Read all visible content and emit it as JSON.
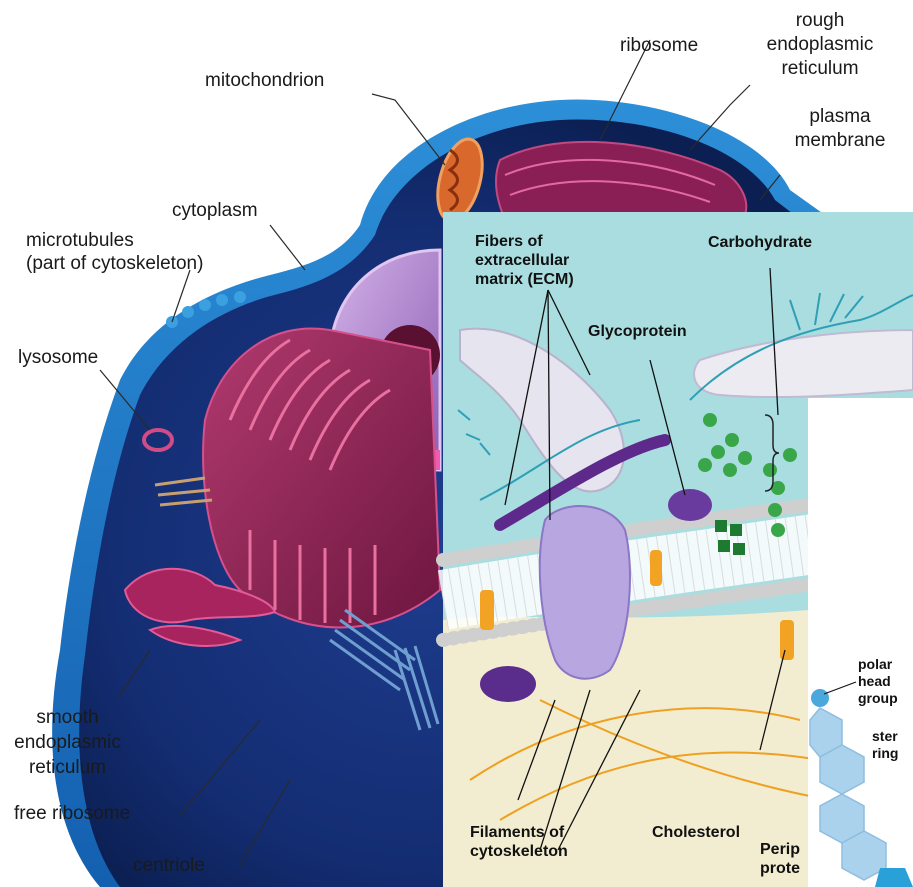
{
  "cell_diagram": {
    "labels": {
      "ribosome": "ribosome",
      "rough_er_1": "rough",
      "rough_er_2": "endoplasmic",
      "rough_er_3": "reticulum",
      "mitochondrion": "mitochondrion",
      "plasma_1": "plasma",
      "plasma_2": "membrane",
      "cytoplasm": "cytoplasm",
      "microtubules_1": "microtubules",
      "microtubules_2": "(part of cytoskeleton)",
      "lysosome": "lysosome",
      "smooth_er_1": "smooth",
      "smooth_er_2": "endoplasmic",
      "smooth_er_3": "reticulum",
      "free_ribosome": "free ribosome",
      "centriole": "centriole"
    }
  },
  "membrane_diagram": {
    "labels": {
      "fibers_1": "Fibers of",
      "fibers_2": "extracellular",
      "fibers_3": "matrix (ECM)",
      "carbohydrate": "Carbohydrate",
      "glycoprotein": "Glycoprotein",
      "filaments_1": "Filaments of",
      "filaments_2": "cytoskeleton",
      "cholesterol": "Cholesterol",
      "peripheral_1": "Perip",
      "peripheral_2": "prote"
    }
  },
  "sterol_diagram": {
    "labels": {
      "polar_1": "polar",
      "polar_2": "head",
      "polar_3": "group",
      "steroid_1": "ster",
      "steroid_2": "ring"
    }
  },
  "colors": {
    "cell_blue": "#1565b8",
    "cell_dark": "#0b1f52",
    "organelle_magenta": "#8a1f56",
    "nucleus_purple": "#a57ac6",
    "ecm_teal": "#a9dde0",
    "lipid_tail": "#ffffff",
    "cholesterol_orange": "#f2a324",
    "sterol_blue": "#aad2ec"
  }
}
